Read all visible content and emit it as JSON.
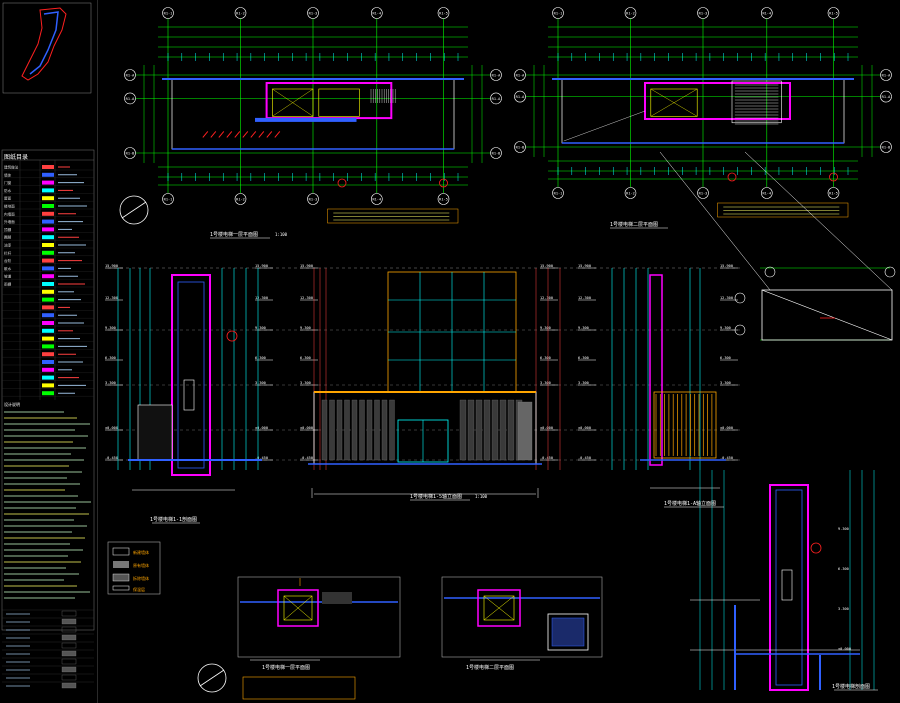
{
  "axis_bubbles": {
    "plan_left_top": [
      "R1-1",
      "R1-2",
      "R1-3",
      "R1-4",
      "R1-5"
    ],
    "plan_left_bottom": [
      "R1-1",
      "R1-2",
      "R1-3",
      "R1-4",
      "R1-5"
    ],
    "plan_left_side": [
      "R1-A",
      "R1-A",
      "R1-B"
    ],
    "plan_right_top": [
      "R1-1",
      "R1-2",
      "R1-3",
      "R1-4",
      "R1-5"
    ],
    "plan_right_bottom": [
      "R1-1",
      "R1-2",
      "R1-3",
      "R1-4",
      "R1-5"
    ],
    "plan_right_side": [
      "R1-A",
      "R1-A",
      "R1-B"
    ]
  },
  "titles": {
    "plan_left": "1号楼电梯一层平面图",
    "plan_right": "1号楼电梯二层平面图",
    "elev_left": "1号楼电梯1-1剖面图",
    "elev_mid": "1号楼电梯1-5轴立面图",
    "elev_right": "1号楼电梯1-A轴立面图",
    "detail_left": "1号楼电梯一层平面图",
    "detail_mid": "1号楼电梯二层平面图",
    "section_right": "1号楼电梯剖面图",
    "scale": "1:100"
  },
  "elevation_marks": [
    "15.900",
    "12.300",
    "9.300",
    "6.300",
    "3.300",
    "±0.000",
    "-0.450"
  ],
  "sidebar": {
    "header": "图纸目录",
    "rows": [
      "建筑做法",
      "墙体",
      "门窗",
      "防水",
      "屋面",
      "楼地面",
      "内墙面",
      "外墙面",
      "顶棚",
      "踢脚",
      "油漆",
      "栏杆",
      "台阶",
      "散水",
      "坡道",
      "雨棚"
    ],
    "notes_title": "设计说明"
  },
  "legend": {
    "items": [
      "新建墙体",
      "原有墙体",
      "拆除墙体",
      "保温层"
    ]
  },
  "colors": {
    "background": "#000000",
    "grid": "#00ff00",
    "wall": "#ff00ff",
    "dim": "#00ffff",
    "text": "#ffffff",
    "accent": "#ff2020",
    "yellow": "#ffff00",
    "orange": "#ff8c00",
    "blue": "#3060ff"
  }
}
